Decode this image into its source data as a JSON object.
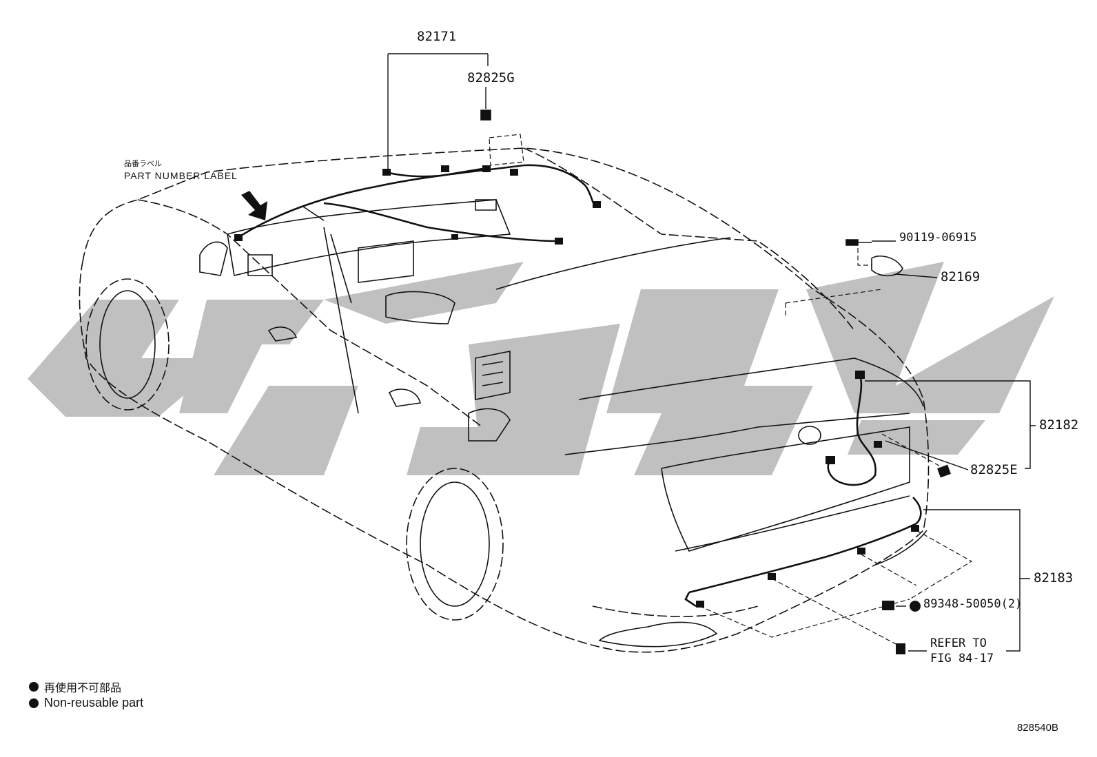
{
  "watermark": {
    "color": "#bdbdbd"
  },
  "labels": {
    "p82171": "82171",
    "p82825G": "82825G",
    "jp_label": "品番ラベル",
    "part_number_label": "PART NUMBER LABEL",
    "p90119": "90119-06915",
    "p82169": "82169",
    "p82182": "82182",
    "p82825E": "82825E",
    "p82183": "82183",
    "p89348": "89348-50050(2)",
    "refer_line1": "REFER TO",
    "refer_line2": "FIG 84-17"
  },
  "legend": {
    "jp": "再使用不可部品",
    "en": "Non-reusable part"
  },
  "figure_id": "828540B"
}
